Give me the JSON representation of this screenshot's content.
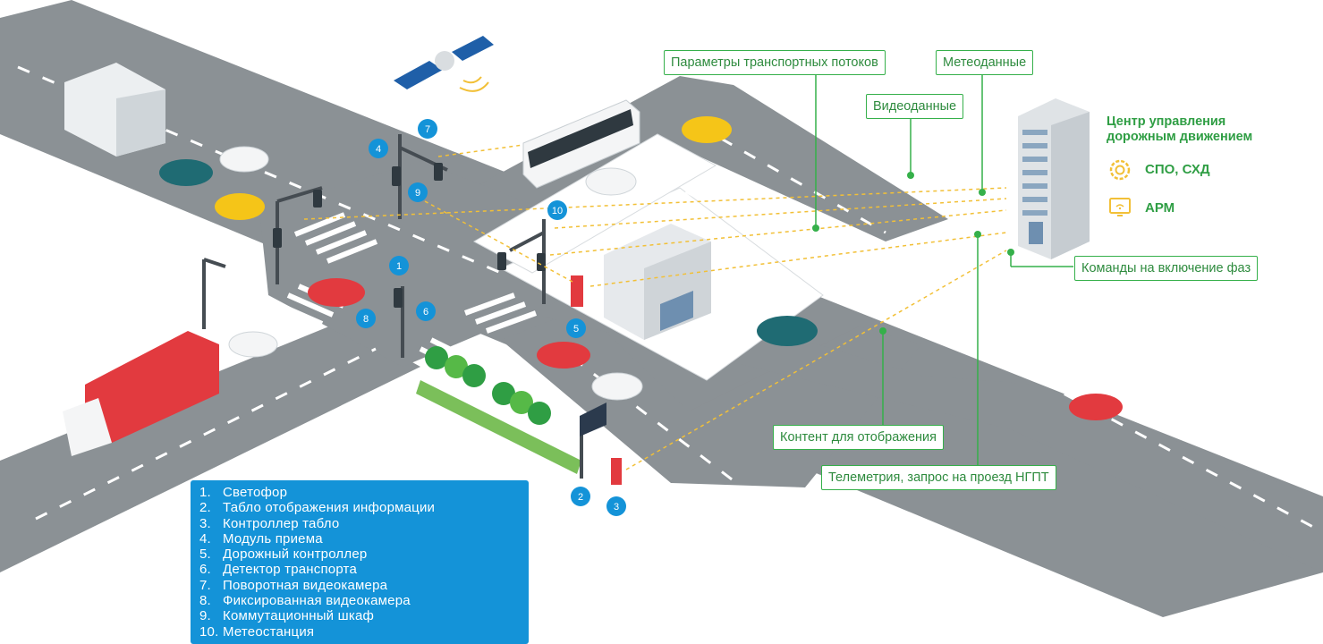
{
  "callouts": {
    "traffic_params": "Параметры транспортных потоков",
    "meteo_data": "Метеоданные",
    "video_data": "Видеоданные",
    "phase_commands": "Команды на включение фаз",
    "display_content": "Контент для отображения",
    "telemetry": "Телеметрия, запрос на проезд НГПТ"
  },
  "control_center": {
    "title_line1": "Центр управления",
    "title_line2": "дорожным движением",
    "item_software": "СПО, СХД",
    "item_workstation": "АРМ",
    "icons": [
      "gear-icon",
      "monitor-wifi-icon"
    ]
  },
  "legend": [
    {
      "num": "1.",
      "label": "Светофор"
    },
    {
      "num": "2.",
      "label": "Табло отображения информации"
    },
    {
      "num": "3.",
      "label": "Контроллер табло"
    },
    {
      "num": "4.",
      "label": "Модуль приема"
    },
    {
      "num": "5.",
      "label": "Дорожный контроллер"
    },
    {
      "num": "6.",
      "label": "Детектор транспорта"
    },
    {
      "num": "7.",
      "label": "Поворотная видеокамера"
    },
    {
      "num": "8.",
      "label": "Фиксированная видеокамера"
    },
    {
      "num": "9.",
      "label": "Коммутационный шкаф"
    },
    {
      "num": "10.",
      "label": "Метеостанция"
    }
  ],
  "badges": [
    "1",
    "2",
    "3",
    "4",
    "5",
    "6",
    "7",
    "8",
    "9",
    "10"
  ],
  "colors": {
    "accent_green": "#35b04a",
    "badge_blue": "#1493d8",
    "road_gray": "#8a9094",
    "data_line_yellow": "#f2c037",
    "vehicle_red": "#e23a3f",
    "taxi_yellow": "#f5c518",
    "vehicle_teal": "#1f6b73"
  }
}
